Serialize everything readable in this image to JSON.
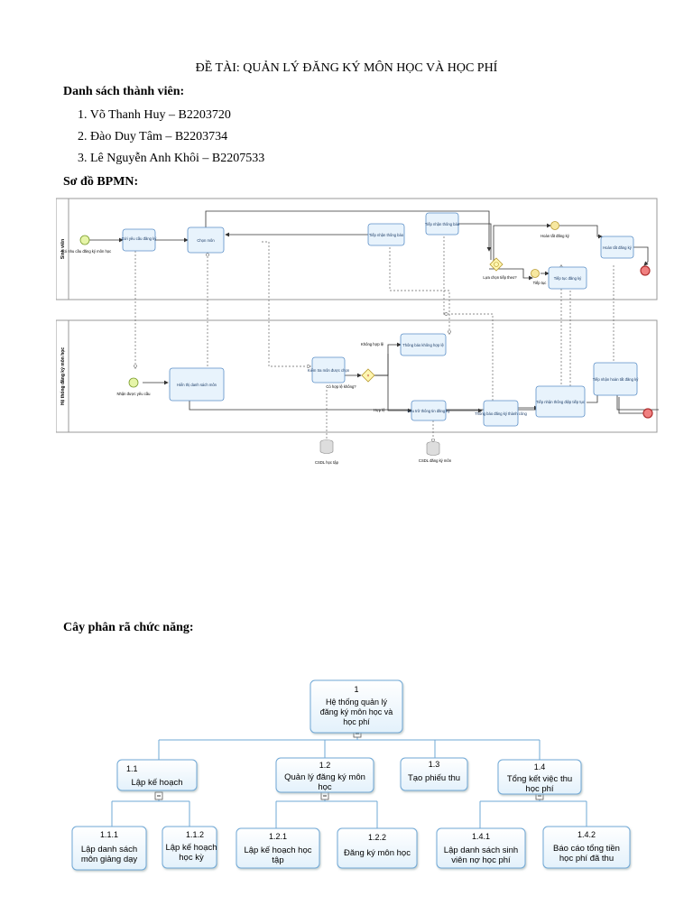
{
  "document": {
    "title": "ĐỀ TÀI: QUẢN LÝ ĐĂNG KÝ MÔN HỌC VÀ HỌC PHÍ",
    "members_heading": "Danh sách thành viên:",
    "members": [
      "1. Võ Thanh Huy – B2203720",
      "2. Đào Duy Tâm – B2203734",
      "3. Lê Nguyễn Anh Khôi – B2207533"
    ],
    "bpmn_heading": "Sơ đồ BPMN:",
    "tree_heading": "Cây phân rã chức năng:"
  },
  "bpmn": {
    "lanes": [
      "Sinh viên",
      "Hệ thống đăng ký môn học"
    ],
    "events": {
      "start_student": "Có nhu cầu đăng ký môn học",
      "message_received": "Nhận được yêu cầu",
      "done_registration": "Hoàn tất đăng ký",
      "continue": "Tiếp tục"
    },
    "tasks": {
      "send_request": "Gửi yêu cầu đăng ký",
      "choose_course": "Chọn môn",
      "receive_notice": "Tiếp nhận thông báo",
      "receive_notice2": "Tiếp nhận thông báo",
      "finish_registration": "Hoàn tất đăng ký",
      "continue_registration": "Tiếp tục đăng ký",
      "show_list": "Hiển thị danh sách môn",
      "check_course": "Kiểm tra môn được chọn",
      "invalid_notice": "Thông báo không hợp lệ",
      "save_info": "Lưu trữ thông tin đăng ký",
      "success_notice": "Thông báo đăng ký thành công",
      "receive_continue": "Tiếp nhận thông điệp tiếp tục",
      "receive_finish": "Tiếp nhận hoàn tất đăng ký"
    },
    "gateways": {
      "choice": "Lựa chọn tiếp theo?",
      "valid": "Có hợp lệ không?"
    },
    "flow_labels": {
      "invalid": "Không hợp lệ",
      "valid": "Hợp lệ"
    },
    "data_stores": {
      "study_db": "CSDL học tập",
      "registered_db": "CSDL đăng ký môn"
    }
  },
  "tree": {
    "root": {
      "id": "1",
      "label": "Hệ thống quản lý đăng ký môn học và học phí"
    },
    "level1": [
      {
        "id": "1.1",
        "label": "Lập kế hoạch"
      },
      {
        "id": "1.2",
        "label": "Quản lý đăng ký môn học"
      },
      {
        "id": "1.3",
        "label": "Tạo phiếu thu"
      },
      {
        "id": "1.4",
        "label": "Tổng kết việc thu học phí"
      }
    ],
    "level2": [
      {
        "id": "1.1.1",
        "label": "Lập danh sách môn giảng dạy"
      },
      {
        "id": "1.1.2",
        "label": "Lập kế hoạch học kỳ"
      },
      {
        "id": "1.2.1",
        "label": "Lập kế hoạch học tập"
      },
      {
        "id": "1.2.2",
        "label": "Đăng ký môn học"
      },
      {
        "id": "1.4.1",
        "label": "Lập danh sách sinh viên nợ học phí"
      },
      {
        "id": "1.4.2",
        "label": "Báo cáo tổng tiền học phí đã thu"
      }
    ]
  }
}
